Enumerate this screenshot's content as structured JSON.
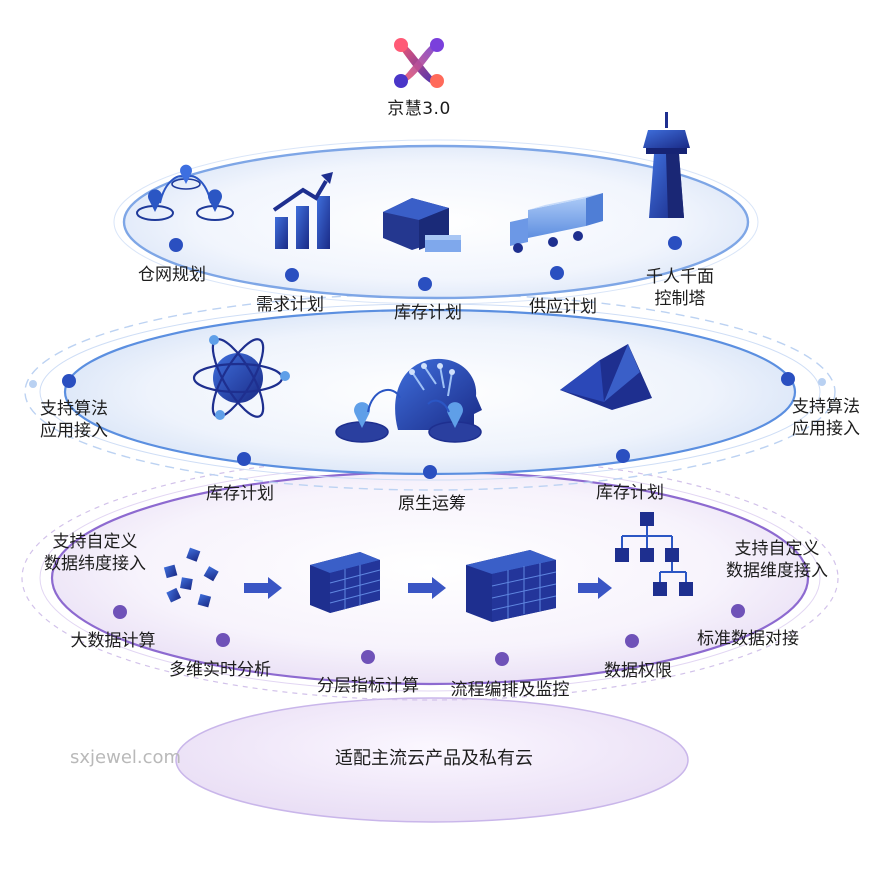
{
  "brand": {
    "name": "京慧3.0",
    "logo_icon": "x-knot-logo-icon"
  },
  "colors": {
    "navy": "#1e2f8f",
    "blue": "#2b56c4",
    "light_blue": "#8fb3f0",
    "purple": "#7b5bc0",
    "ring_top": "#8fb0e8",
    "ring_mid": "#a9c4ee",
    "ring_low": "#c7b5e6"
  },
  "top_layer": {
    "labels": [
      "仓网规划",
      "需求计划",
      "库存计划",
      "供应计划"
    ],
    "control_tower": [
      "千人千面",
      "控制塔"
    ],
    "icons": [
      "network-pins-icon",
      "bar-chart-trend-icon",
      "warehouse-icon",
      "truck-icon",
      "control-tower-icon"
    ]
  },
  "middle_layer": {
    "side_left": [
      "支持算法",
      "应用接入"
    ],
    "side_right": [
      "支持算法",
      "应用接入"
    ],
    "labels": [
      "库存计划",
      "原生运筹",
      "库存计划"
    ],
    "icons": [
      "atom-icon",
      "ai-head-icon",
      "mountain-icon"
    ]
  },
  "lower_layer": {
    "side_left": [
      "支持自定义",
      "数据纬度接入"
    ],
    "side_right": [
      "支持自定义",
      "数据维度接入"
    ],
    "labels": [
      "大数据计算",
      "多维实时分析",
      "分层指标计算",
      "流程编排及监控",
      "数据权限",
      "标准数据对接"
    ],
    "icons": [
      "scattered-cubes-icon",
      "cube-wall-icon",
      "cube-block-icon",
      "cube-tree-icon",
      "arrow-right-icon"
    ]
  },
  "base_layer": {
    "label": "适配主流云产品及私有云"
  },
  "watermark": "sxjewel.com"
}
